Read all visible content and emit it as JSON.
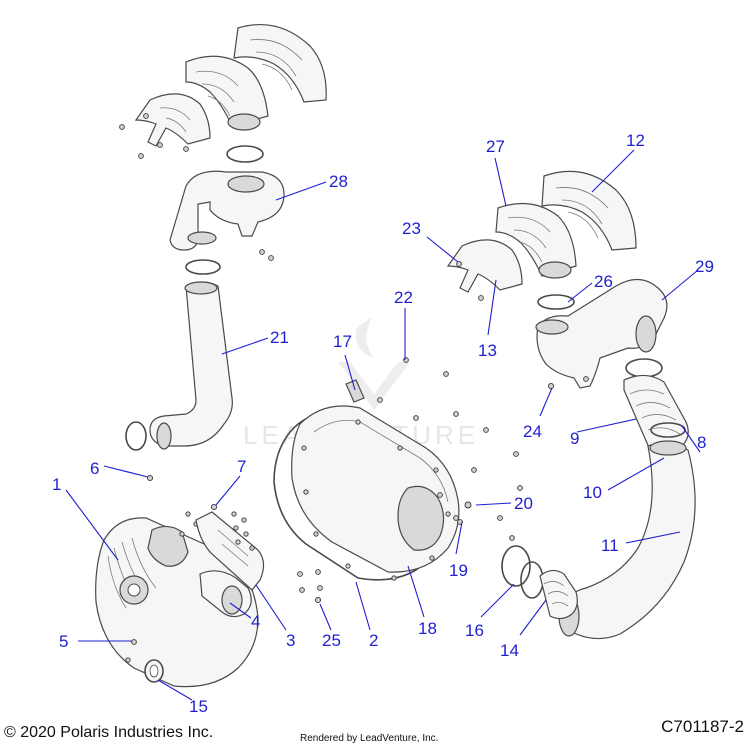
{
  "watermark": "LEADVENTURE",
  "footer": {
    "copyright": "© 2020 Polaris Industries Inc.",
    "rendered_by": "Rendered by LeadVenture, Inc.",
    "drawing_id": "C701187-2"
  },
  "callouts": {
    "c1": "1",
    "c2": "2",
    "c3": "3",
    "c4": "4",
    "c5": "5",
    "c6": "6",
    "c7": "7",
    "c8": "8",
    "c9": "9",
    "c10": "10",
    "c11": "11",
    "c12": "12",
    "c13": "13",
    "c14": "14",
    "c15": "15",
    "c16": "16",
    "c17": "17",
    "c18": "18",
    "c19": "19",
    "c20": "20",
    "c21": "21",
    "c22": "22",
    "c23": "23",
    "c24": "24",
    "c25": "25",
    "c26": "26",
    "c27": "27",
    "c28": "28",
    "c29": "29"
  },
  "colors": {
    "callout": "#1f1fd0",
    "outline": "#4a4a4a",
    "part_fill": "#f6f6f6"
  }
}
